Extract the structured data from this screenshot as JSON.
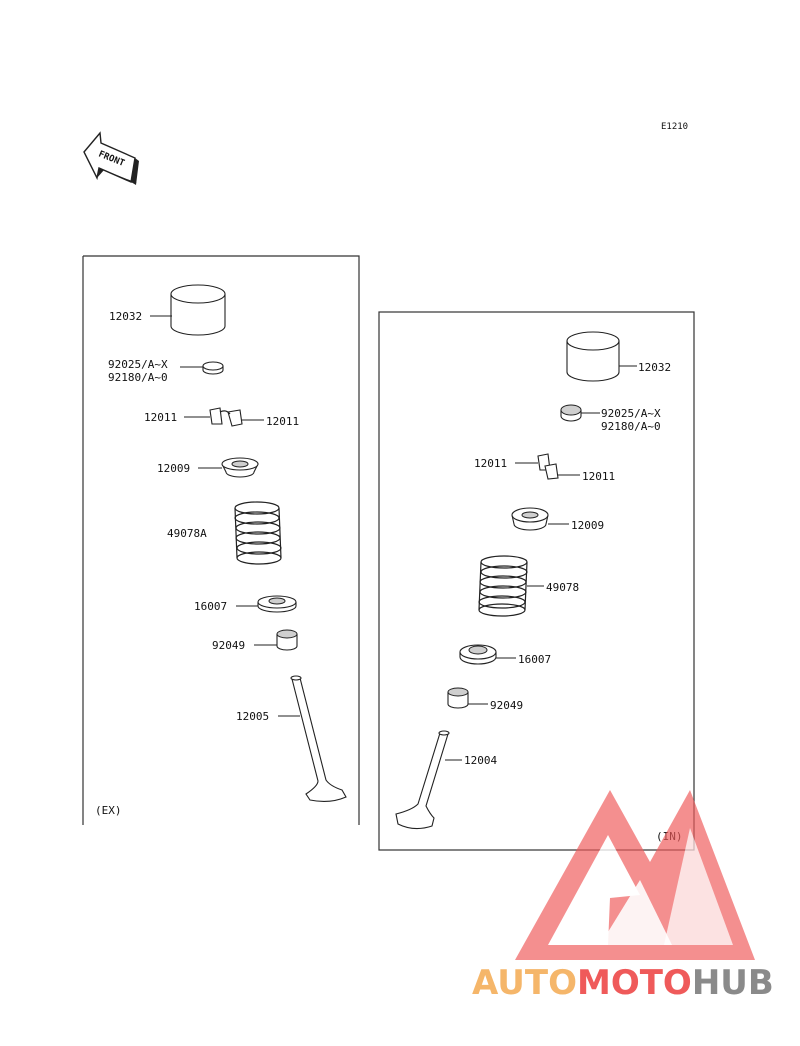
{
  "diagram_code": "E1210",
  "front_label": "FRONT",
  "exhaust": {
    "tag": "(EX)",
    "labels": {
      "p12032": "12032",
      "p92025": "92025/A~X",
      "p92180": "92180/A~0",
      "p12011_left": "12011",
      "p12011_right": "12011",
      "p12009": "12009",
      "p49078": "49078A",
      "p16007": "16007",
      "p92049": "92049",
      "p12005": "12005"
    }
  },
  "intake": {
    "tag": "(IN)",
    "labels": {
      "p12032": "12032",
      "p92025": "92025/A~X",
      "p92180": "92180/A~0",
      "p12011_left": "12011",
      "p12011_right": "12011",
      "p12009": "12009",
      "p49078": "49078",
      "p16007": "16007",
      "p92049": "92049",
      "p12004": "12004"
    }
  },
  "watermark": {
    "part1": "AUTO",
    "part2": "MOTO",
    "part3": "HUB",
    "colors": {
      "orange": "#f5b66a",
      "red": "#ef5a5a",
      "gray": "#8a8a8a"
    }
  }
}
